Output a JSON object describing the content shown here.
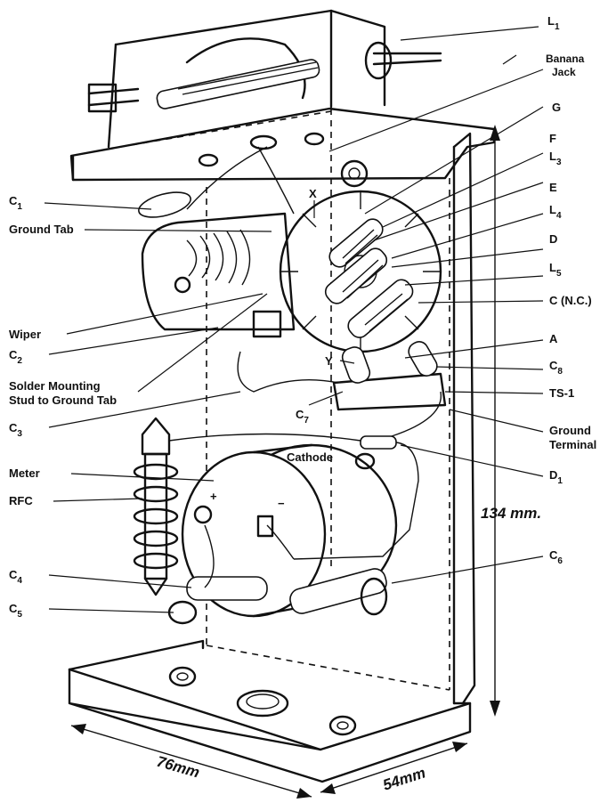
{
  "labels": {
    "l1": "L",
    "l1_sub": "1",
    "banana_jack_1": "Banana",
    "banana_jack_2": "Jack",
    "g": "G",
    "f": "F",
    "l3": "L",
    "l3_sub": "3",
    "e": "E",
    "l4": "L",
    "l4_sub": "4",
    "d": "D",
    "l5": "L",
    "l5_sub": "5",
    "c_nc": "C (N.C.)",
    "a": "A",
    "c8": "C",
    "c8_sub": "8",
    "ts1": "TS-1",
    "ground_terminal_1": "Ground",
    "ground_terminal_2": "Terminal",
    "d1": "D",
    "d1_sub": "1",
    "c6": "C",
    "c6_sub": "6",
    "c1": "C",
    "c1_sub": "1",
    "ground_tab": "Ground Tab",
    "wiper": "Wiper",
    "c2": "C",
    "c2_sub": "2",
    "solder_mounting_1": "Solder Mounting",
    "solder_mounting_2": "Stud to Ground Tab",
    "c3": "C",
    "c3_sub": "3",
    "meter": "Meter",
    "rfc": "RFC",
    "c4": "C",
    "c4_sub": "4",
    "c5": "C",
    "c5_sub": "5",
    "x": "X",
    "y": "Y",
    "c7": "C",
    "c7_sub": "7",
    "cathode": "Cathode",
    "plus": "+",
    "minus": "−"
  },
  "dimensions": {
    "height": "134 mm.",
    "width": "76mm",
    "depth": "54mm"
  }
}
